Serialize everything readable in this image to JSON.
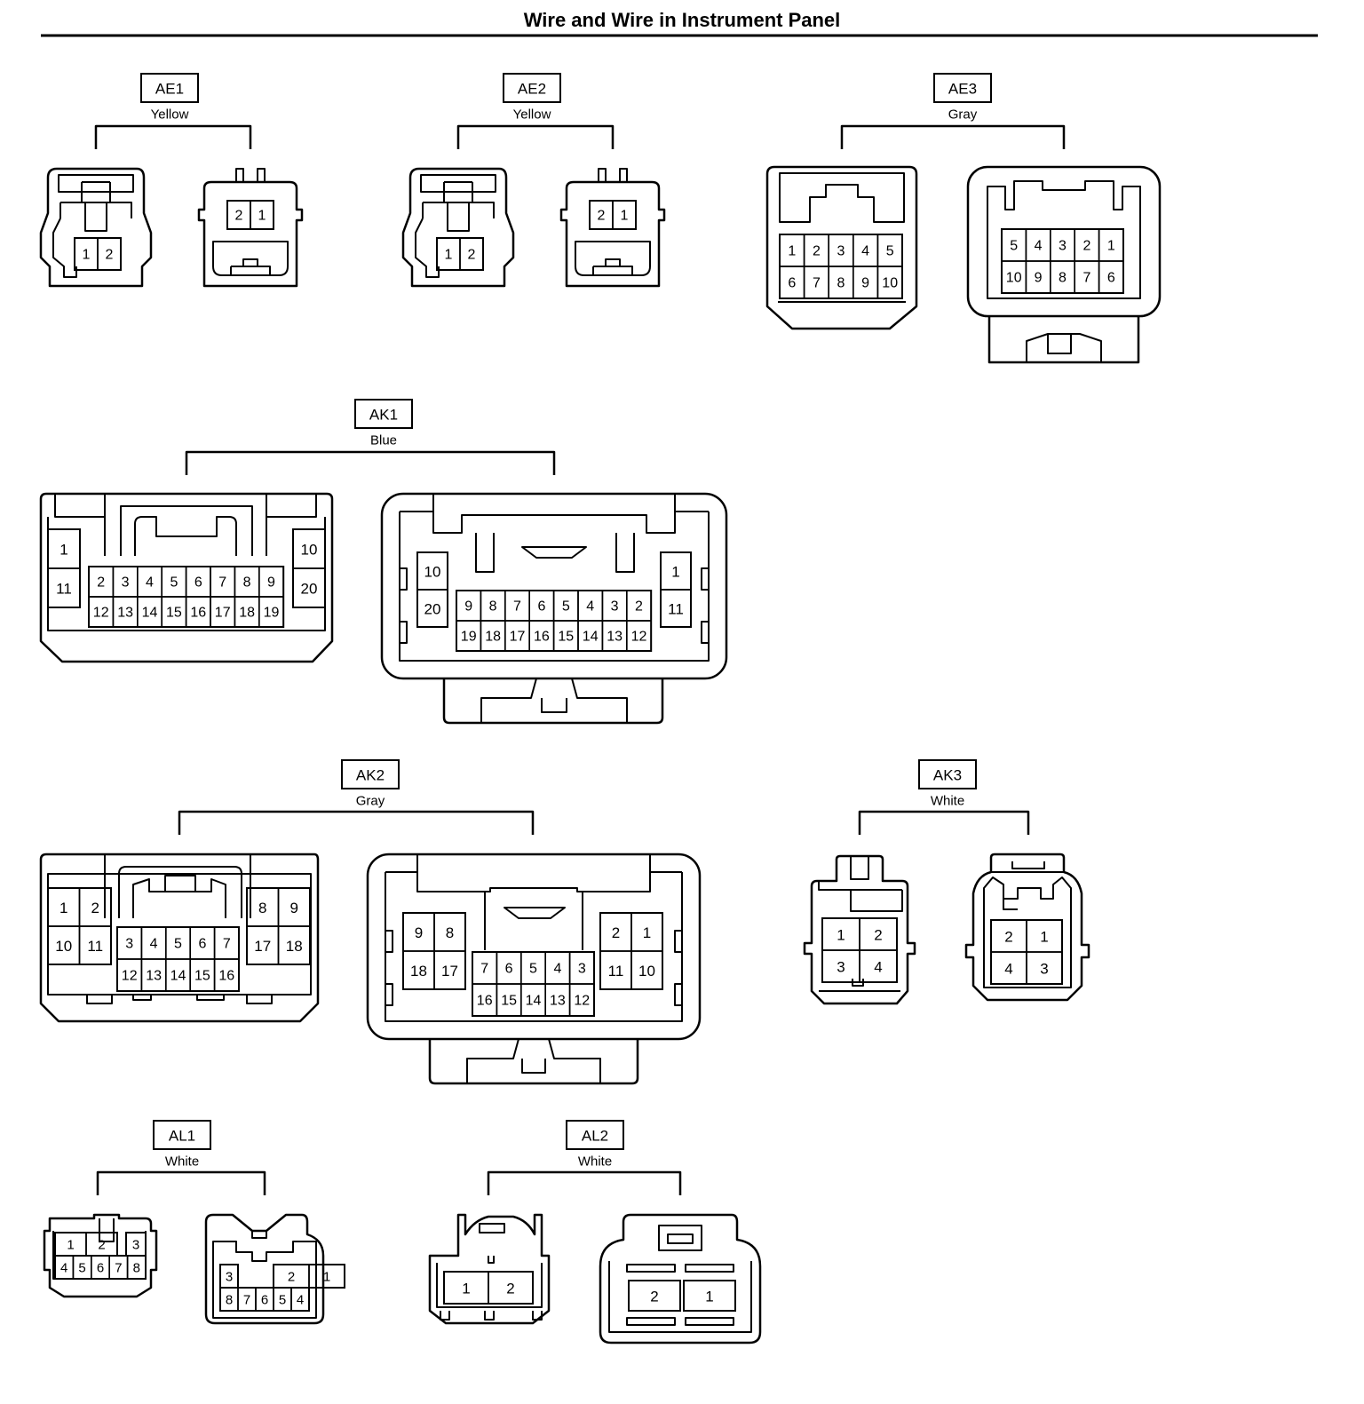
{
  "title": "Wire and Wire in Instrument Panel",
  "connectors": [
    {
      "code": "AE1",
      "color": "Yellow",
      "left_pins": [
        [
          "",
          "1",
          "2"
        ]
      ],
      "right_pins": [
        [
          "2",
          "1"
        ]
      ]
    },
    {
      "code": "AE2",
      "color": "Yellow",
      "left_pins": [
        [
          "",
          "1",
          "2"
        ]
      ],
      "right_pins": [
        [
          "2",
          "1"
        ]
      ]
    },
    {
      "code": "AE3",
      "color": "Gray",
      "left_pins": [
        [
          "1",
          "2",
          "3",
          "4",
          "5"
        ],
        [
          "6",
          "7",
          "8",
          "9",
          "10"
        ]
      ],
      "right_pins": [
        [
          "5",
          "4",
          "3",
          "2",
          "1"
        ],
        [
          "10",
          "9",
          "8",
          "7",
          "6"
        ]
      ]
    },
    {
      "code": "AK1",
      "color": "Blue",
      "left_pins": {
        "side_a": [
          "1",
          "11"
        ],
        "main": [
          [
            "2",
            "3",
            "4",
            "5",
            "6",
            "7",
            "8",
            "9"
          ],
          [
            "12",
            "13",
            "14",
            "15",
            "16",
            "17",
            "18",
            "19"
          ]
        ],
        "side_b": [
          "10",
          "20"
        ]
      },
      "right_pins": {
        "side_a": [
          "10",
          "20"
        ],
        "main": [
          [
            "9",
            "8",
            "7",
            "6",
            "5",
            "4",
            "3",
            "2"
          ],
          [
            "19",
            "18",
            "17",
            "16",
            "15",
            "14",
            "13",
            "12"
          ]
        ],
        "side_b": [
          "1",
          "11"
        ]
      }
    },
    {
      "code": "AK2",
      "color": "Gray",
      "left_pins": {
        "side_a": [
          [
            "1",
            "2"
          ],
          [
            "10",
            "11"
          ]
        ],
        "main": [
          [
            "3",
            "4",
            "5",
            "6",
            "7"
          ],
          [
            "12",
            "13",
            "14",
            "15",
            "16"
          ]
        ],
        "side_b": [
          [
            "8",
            "9"
          ],
          [
            "17",
            "18"
          ]
        ]
      },
      "right_pins": {
        "side_a": [
          [
            "9",
            "8"
          ],
          [
            "18",
            "17"
          ]
        ],
        "main": [
          [
            "7",
            "6",
            "5",
            "4",
            "3"
          ],
          [
            "16",
            "15",
            "14",
            "13",
            "12"
          ]
        ],
        "side_b": [
          [
            "2",
            "1"
          ],
          [
            "11",
            "10"
          ]
        ]
      }
    },
    {
      "code": "AK3",
      "color": "White",
      "left_pins": [
        [
          "1",
          "2"
        ],
        [
          "3",
          "4"
        ]
      ],
      "right_pins": [
        [
          "2",
          "1"
        ],
        [
          "4",
          "3"
        ]
      ]
    },
    {
      "code": "AL1",
      "color": "White",
      "left_pins": {
        "top_a": [
          "1",
          "2"
        ],
        "top_b": [
          "3"
        ],
        "bottom": [
          "4",
          "5",
          "6",
          "7",
          "8"
        ]
      },
      "right_pins": {
        "top_a": [
          "3"
        ],
        "top_b": [
          "2",
          "1"
        ],
        "bottom": [
          "8",
          "7",
          "6",
          "5",
          "4"
        ]
      }
    },
    {
      "code": "AL2",
      "color": "White",
      "left_pins": [
        [
          "1",
          "2"
        ]
      ],
      "right_pins": [
        [
          "2",
          "1"
        ]
      ]
    }
  ]
}
